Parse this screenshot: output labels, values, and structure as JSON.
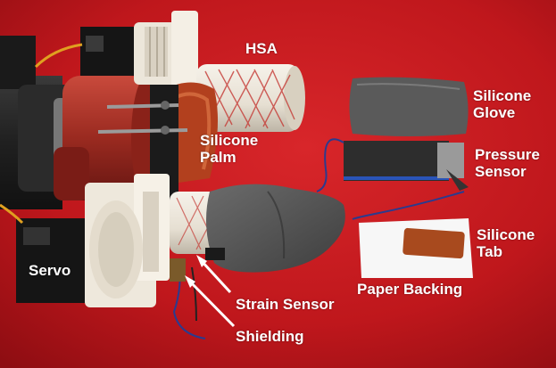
{
  "labels": {
    "hsa": "HSA",
    "silicone_glove": [
      "Silicone",
      "Glove"
    ],
    "silicone_palm": [
      "Silicone",
      "Palm"
    ],
    "pressure_sensor": [
      "Pressure",
      "Sensor"
    ],
    "silicone_tab": [
      "Silicone",
      "Tab"
    ],
    "servo": "Servo",
    "paper_backing": "Paper Backing",
    "strain_sensor": "Strain Sensor",
    "shielding": "Shielding"
  },
  "colors": {
    "table_red": "#b8141a",
    "label_text": "#ffffff"
  }
}
